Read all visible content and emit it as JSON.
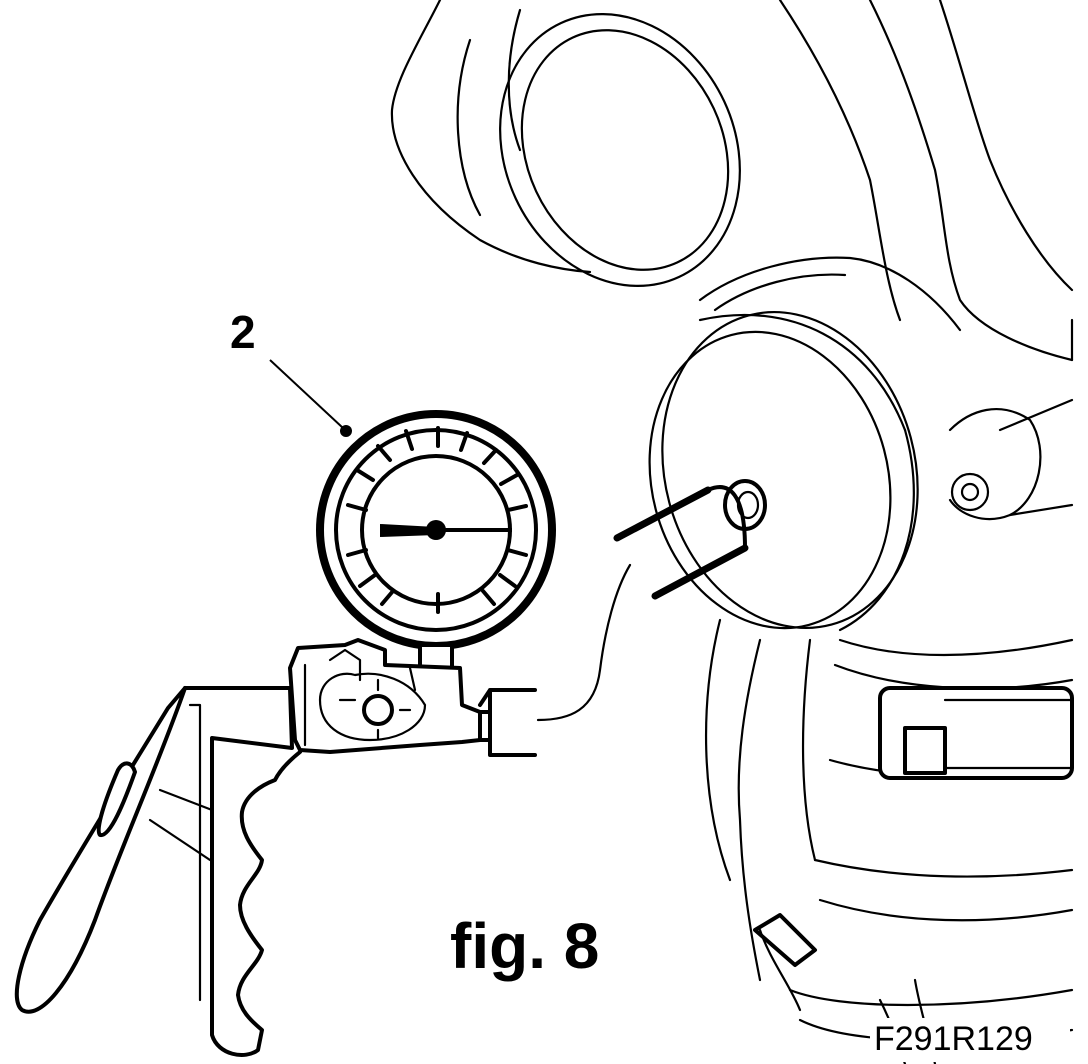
{
  "diagram": {
    "callout_number": "2",
    "caption": "fig. 8",
    "reference_code": "F291R129"
  },
  "colors": {
    "line": "#000000",
    "background": "#ffffff"
  }
}
